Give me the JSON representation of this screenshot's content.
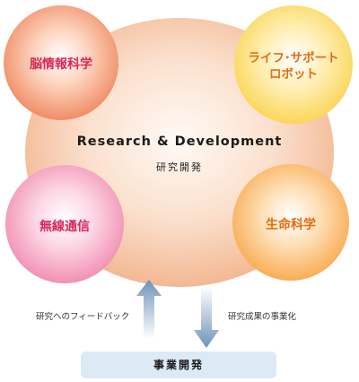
{
  "center": {
    "title": "Research & Development",
    "subtitle": "研究開発"
  },
  "circles": {
    "top_left": "脳情報科学",
    "top_right_line1": "ライフ･サポート",
    "top_right_line2": "ロボット",
    "bottom_left": "無線通信",
    "bottom_right": "生命科学"
  },
  "arrows": {
    "feedback_label": "研究へのフィードバック",
    "commercialization_label": "研究成果の事業化"
  },
  "bottom_box": {
    "label": "事業開発"
  },
  "colors": {
    "big_circle": "#f6c9a8",
    "brain_circle": "#f6a27e",
    "robot_circle": "#fde388",
    "wireless_circle": "#f7a8c4",
    "life_circle": "#fbc27e",
    "up_arrow": "#7d9dbf",
    "down_arrow": "#8aa6c4",
    "box": "#dceaf6"
  }
}
